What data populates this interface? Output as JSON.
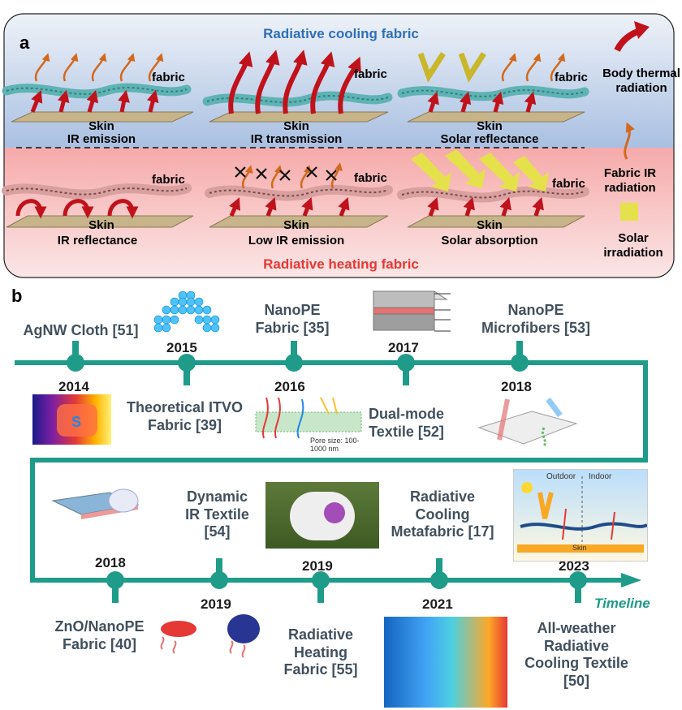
{
  "panel_a": {
    "letter": "a",
    "cooling_title": "Radiative cooling fabric",
    "heating_title": "Radiative heating fabric",
    "cooling_cells": [
      {
        "fabric": "fabric",
        "skin": "Skin",
        "caption": "IR emission"
      },
      {
        "fabric": "fabric",
        "skin": "Skin",
        "caption": "IR transmission"
      },
      {
        "fabric": "fabric",
        "skin": "Skin",
        "caption": "Solar reflectance"
      }
    ],
    "heating_cells": [
      {
        "fabric": "fabric",
        "skin": "Skin",
        "caption": "IR reflectance"
      },
      {
        "fabric": "fabric",
        "skin": "Skin",
        "caption": "Low IR emission"
      },
      {
        "fabric": "fabric",
        "skin": "Skin",
        "caption": "Solar absorption"
      }
    ],
    "legend": {
      "body_radiation": "Body thermal radiation",
      "fabric_radiation": "Fabric IR radiation",
      "solar": "Solar irradiation"
    },
    "colors": {
      "cooling_bg": "#b5c8e3",
      "heating_bg": "#f5b3b3",
      "cooling_title": "#2f6fb6",
      "heating_title": "#e53935"
    }
  },
  "panel_b": {
    "letter": "b",
    "timeline_label": "Timeline",
    "milestones_row1": [
      {
        "year": "2014",
        "text": "AgNW Cloth [51]",
        "side": "above"
      },
      {
        "year": "2015",
        "text": "Theoretical ITVO Fabric [39]",
        "side": "below"
      },
      {
        "year": "2016",
        "text": "NanoPE Fabric [35]",
        "side": "above"
      },
      {
        "year": "2017",
        "text": "Dual-mode Textile [52]",
        "side": "below"
      },
      {
        "year": "2018",
        "text": "NanoPE Microfibers [53]",
        "side": "above"
      }
    ],
    "milestones_row2": [
      {
        "year": "2018",
        "text": "ZnO/NanoPE Fabric [40]",
        "side": "below"
      },
      {
        "year": "2019",
        "text": "Dynamic IR Textile [54]",
        "side": "above"
      },
      {
        "year": "2019",
        "text": "Radiative Heating Fabric [55]",
        "side": "below"
      },
      {
        "year": "2021",
        "text": "Radiative Cooling Metafabric [17]",
        "side": "above"
      },
      {
        "year": "2023",
        "text": "All-weather Radiative Cooling Textile [50]",
        "side": "below"
      }
    ],
    "inset_texts": {
      "pore": "Pore size: 100-1000 nm",
      "outdoor": "Outdoor",
      "indoor": "Indoor",
      "skin": "Skin"
    },
    "colors": {
      "timeline": "#1f9b8a",
      "timeline_label": "#1f9b8a"
    }
  }
}
